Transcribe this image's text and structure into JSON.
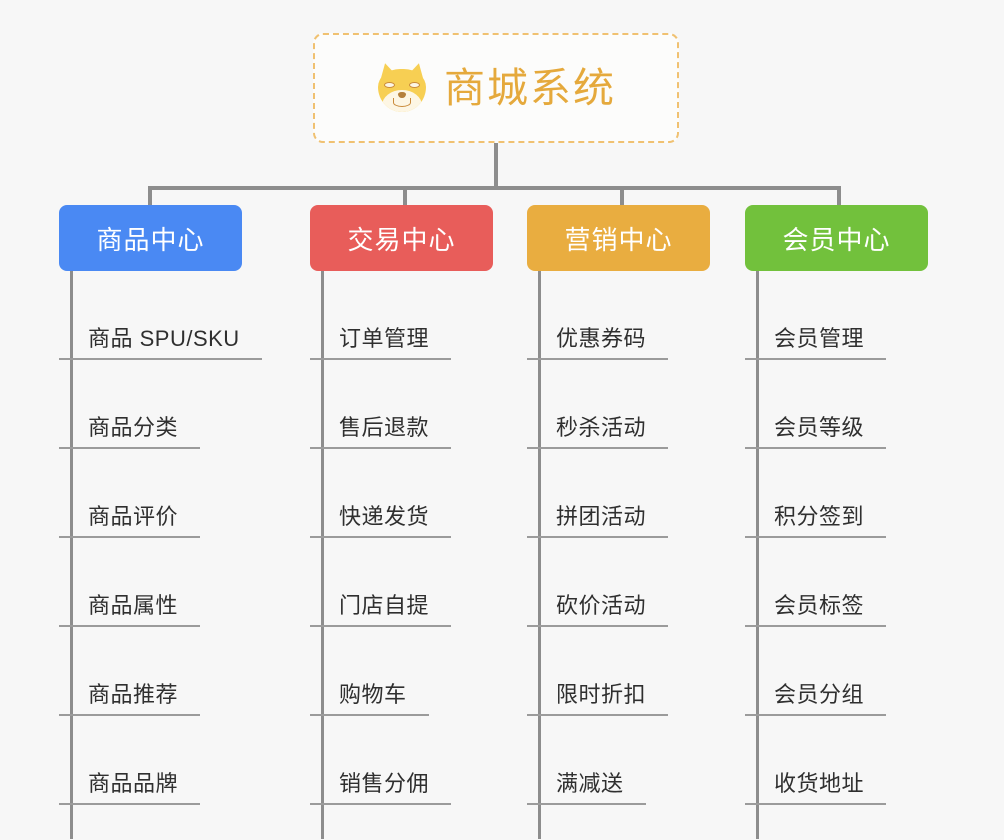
{
  "page": {
    "background_color": "#f7f7f7",
    "type": "mindmap"
  },
  "root": {
    "icon": "shiba-inu-dog-face-icon",
    "title": "商城系统",
    "title_color": "#e5a93c",
    "border_color": "#f0c171",
    "border_style": "dashed"
  },
  "branches": [
    {
      "id": "product-center",
      "label": "商品中心",
      "color": "#4a89f3",
      "items": [
        "商品 SPU/SKU",
        "商品分类",
        "商品评价",
        "商品属性",
        "商品推荐",
        "商品品牌"
      ]
    },
    {
      "id": "trade-center",
      "label": "交易中心",
      "color": "#e85d5a",
      "items": [
        "订单管理",
        "售后退款",
        "快递发货",
        "门店自提",
        "购物车",
        "销售分佣"
      ]
    },
    {
      "id": "marketing-center",
      "label": "营销中心",
      "color": "#e9ad40",
      "items": [
        "优惠券码",
        "秒杀活动",
        "拼团活动",
        "砍价活动",
        "限时折扣",
        "满减送"
      ]
    },
    {
      "id": "member-center",
      "label": "会员中心",
      "color": "#72c13c",
      "items": [
        "会员管理",
        "会员等级",
        "积分签到",
        "会员标签",
        "会员分组",
        "收货地址"
      ]
    }
  ],
  "connector": {
    "color": "#8d8d8d"
  }
}
